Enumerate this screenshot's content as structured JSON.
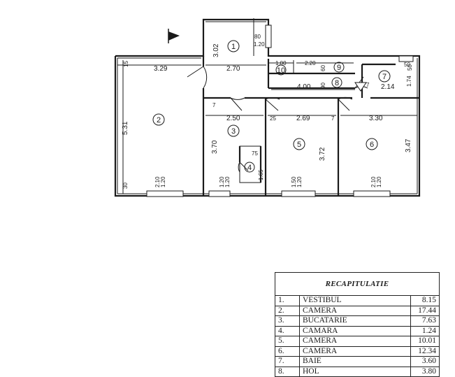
{
  "rooms": [
    {
      "num": "1"
    },
    {
      "num": "2"
    },
    {
      "num": "3"
    },
    {
      "num": "4"
    },
    {
      "num": "5"
    },
    {
      "num": "6"
    },
    {
      "num": "7"
    },
    {
      "num": "8"
    },
    {
      "num": "9"
    },
    {
      "num": "10"
    }
  ],
  "dims": {
    "d_329": "3.29",
    "d_270": "2.70",
    "d_302": "3.02",
    "d_80": "80",
    "d_120a": "1.20",
    "d_100": "1.00",
    "d_220": "2.20",
    "d_60": "60",
    "d_50a": "50",
    "d_50b": "50",
    "d_400": "4.00",
    "d_90": "90",
    "d_214": "2.14",
    "d_174": "1.74",
    "d_7a": "7",
    "d_15": "15",
    "d_531": "5.31",
    "d_30": "30",
    "d_210a": "2.10",
    "d_120b": "1.20",
    "d_7b": "7",
    "d_250": "2.50",
    "d_25": "25",
    "d_269": "2.69",
    "d_7c": "7",
    "d_330": "3.30",
    "d_370": "3.70",
    "d_75": "75",
    "d_165": "1.65",
    "d_120c": "1.20",
    "d_120d": "1.20",
    "d_372": "3.72",
    "d_150": "1.50",
    "d_120e": "1.20",
    "d_347": "3.47",
    "d_210b": "2.10",
    "d_120f": "1.20"
  },
  "recap": {
    "title": "RECAPITULATIE",
    "rows": [
      {
        "no": "1.",
        "name": "VESTIBUL",
        "area": "8.15"
      },
      {
        "no": "2.",
        "name": "CAMERA",
        "area": "17.44"
      },
      {
        "no": "3.",
        "name": "BUCATARIE",
        "area": "7.63"
      },
      {
        "no": "4.",
        "name": "CAMARA",
        "area": "1.24"
      },
      {
        "no": "5.",
        "name": "CAMERA",
        "area": "10.01"
      },
      {
        "no": "6.",
        "name": "CAMERA",
        "area": "12.34"
      },
      {
        "no": "7.",
        "name": "BAIE",
        "area": "3.60"
      },
      {
        "no": "8.",
        "name": "HOL",
        "area": "3.80"
      }
    ]
  }
}
